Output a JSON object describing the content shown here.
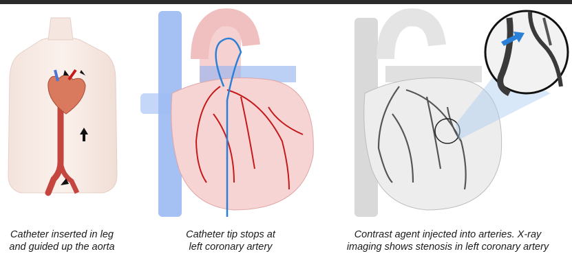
{
  "panels": [
    {
      "caption_line1": "Catheter inserted in leg",
      "caption_line2": "and guided up the aorta"
    },
    {
      "caption_line1": "Catheter tip stops at",
      "caption_line2": "left coronary artery"
    },
    {
      "caption_line1": "Contrast agent injected into arteries. X-ray",
      "caption_line2": "imaging shows stenosis in left coronary artery"
    }
  ],
  "colors": {
    "artery_red": "#c41a1a",
    "vein_blue": "#4a78d8",
    "catheter_blue": "#2a7fd6",
    "xray_gray": "#555555",
    "magnifier_glow": "#a9cdf0",
    "arrow_black": "#111111"
  },
  "icons": [
    "body-outline",
    "heart-illustration",
    "catheter-line",
    "magnifier-inset",
    "flow-arrow-icon",
    "stenosis-pointer-icon"
  ]
}
